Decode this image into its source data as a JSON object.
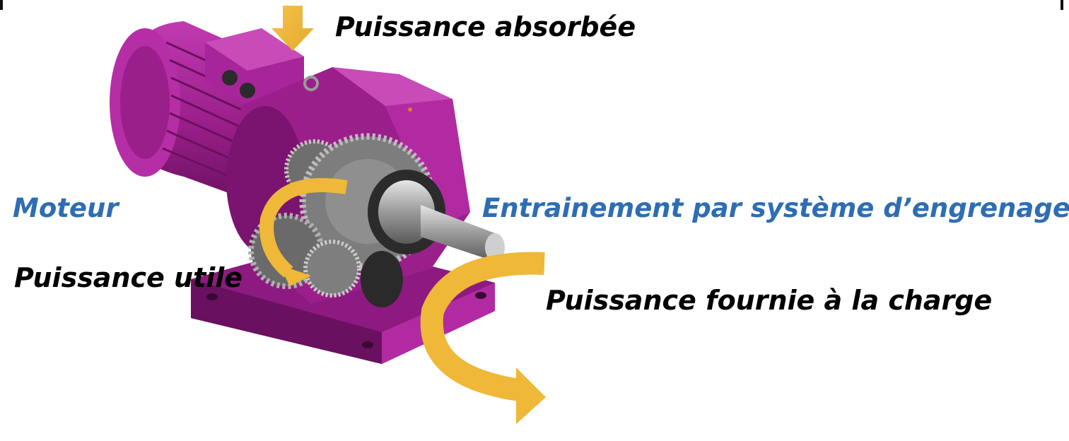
{
  "colors": {
    "housing": "#9b1f8b",
    "housing_dark": "#5e0f55",
    "housing_light": "#c33ab2",
    "gear_steel": "#8f8f8f",
    "shaft_steel": "#b8b8b8",
    "arrow": "#f0b93a",
    "label_black": "#000000",
    "label_blue": "#2e6db4"
  },
  "labels": {
    "input_power": "Puissance absorbée",
    "motor": "Moteur",
    "gear_drive": "Entrainement par système d’engrenages",
    "useful_power": "Puissance utile",
    "load_power": "Puissance fournie à la charge"
  },
  "icons": {
    "gearmotor": "gearmotor-icon",
    "input_arrow": "arrow-down-icon",
    "useful_arrow": "curved-arrow-icon",
    "load_arrow": "curved-arrow-icon"
  }
}
